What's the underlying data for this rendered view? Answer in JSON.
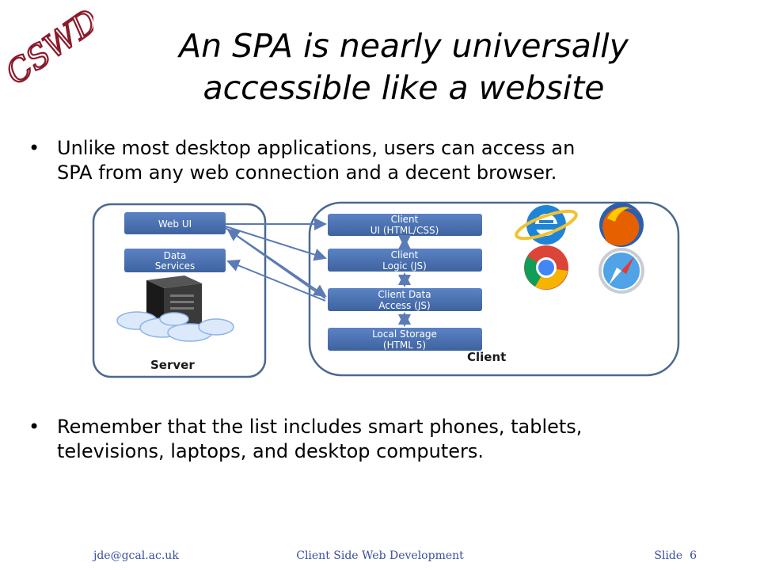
{
  "logo": {
    "text": "CSWD"
  },
  "title": {
    "line1": "An SPA is nearly universally",
    "line2": "accessible like a website"
  },
  "bullets": [
    {
      "line1": "Unlike most desktop applications, users can access an",
      "line2": "SPA from any web connection and a decent browser."
    },
    {
      "line1": "Remember  that the list includes smart phones, tablets,",
      "line2": "televisions, laptops, and desktop computers."
    }
  ],
  "diagram": {
    "server_label": "Server",
    "client_label": "Client",
    "server_boxes": [
      {
        "lines": [
          "Web UI"
        ]
      },
      {
        "lines": [
          "Data",
          "Services"
        ]
      }
    ],
    "client_boxes": [
      {
        "lines": [
          "Client",
          "UI (HTML/CSS)"
        ]
      },
      {
        "lines": [
          "Client",
          "Logic (JS)"
        ]
      },
      {
        "lines": [
          "Client Data",
          "Access (JS)"
        ]
      },
      {
        "lines": [
          "Local Storage",
          "(HTML 5)"
        ]
      }
    ],
    "browser_icons": [
      "ie-icon",
      "firefox-icon",
      "chrome-icon",
      "safari-icon"
    ],
    "colors": {
      "box": "#4a6fae",
      "outline": "#4a6990",
      "arrow": "#5a7bb5"
    }
  },
  "footer": {
    "email": "jde@gcal.ac.uk",
    "course": "Client Side Web Development",
    "slide_label": "Slide",
    "slide_number": "6"
  }
}
